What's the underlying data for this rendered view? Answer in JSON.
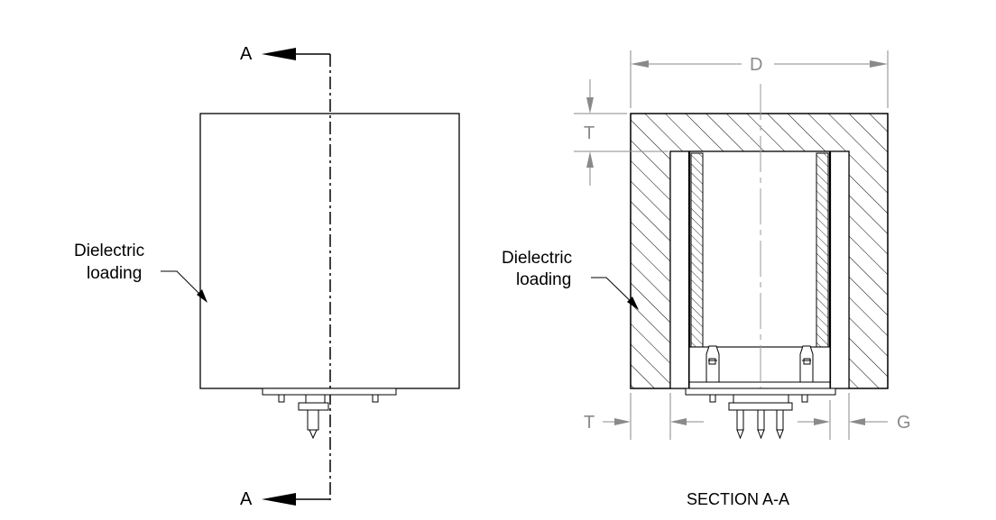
{
  "left_view": {
    "section_label_top": "A",
    "section_label_bottom": "A",
    "callout_line1": "Dielectric",
    "callout_line2": "loading"
  },
  "section_view": {
    "title": "SECTION A-A",
    "callout_line1": "Dielectric",
    "callout_line2": "loading",
    "dim_diameter": "D",
    "dim_top_thickness": "T",
    "dim_side_thickness": "T",
    "dim_gap": "G"
  },
  "colors": {
    "line": "#000000",
    "dimension": "#8a8a8a",
    "centerline": "#9a9a9a"
  }
}
